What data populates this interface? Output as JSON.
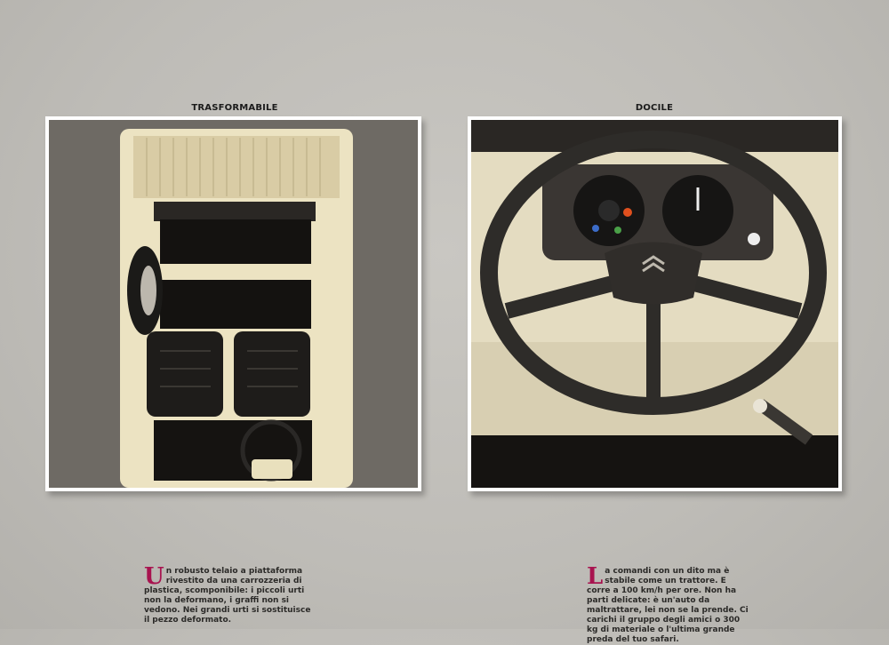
{
  "left": {
    "heading": "TRASFORMABILE",
    "caption_initial": "U",
    "caption_text": "n robusto telaio a piattaforma rivestito da una carrozzeria di plastica, scomponibile: i piccoli urti non la deformano, i graffi non si vedono. Nei grandi urti si sostituisce il pezzo deformato."
  },
  "right": {
    "heading": "DOCILE",
    "caption_initial": "L",
    "caption_text": "a comandi con un dito ma è stabile come un trattore. E corre a 100 km/h per ore. Non ha parti delicate: è un'auto da maltrattare, lei non se la prende. Ci carichi il gruppo degli amici o 300 kg di materiale o l'ultima grande preda del tuo safari."
  },
  "colors": {
    "dropcap": "#a8134f",
    "page": "#c2c0bb"
  }
}
